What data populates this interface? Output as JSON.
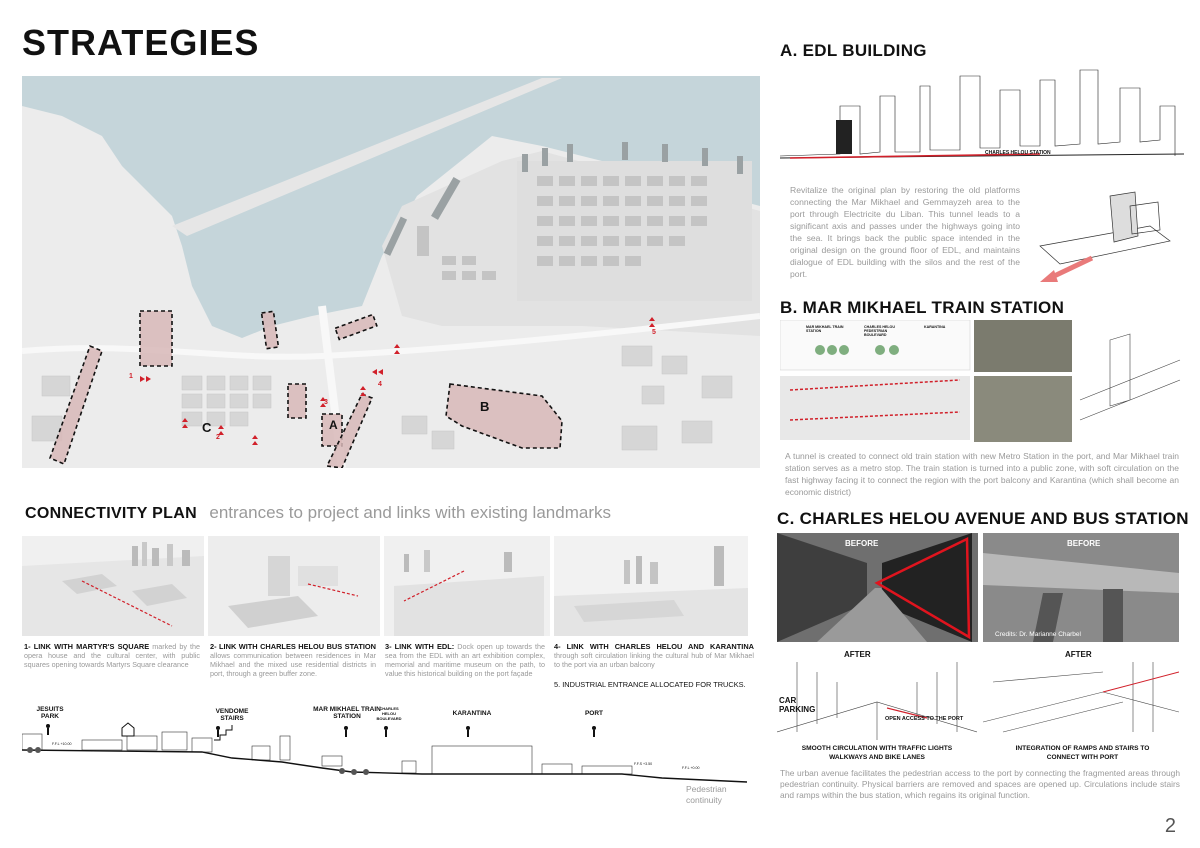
{
  "page": {
    "title": "STRATEGIES",
    "page_number": "2"
  },
  "map": {
    "zone_labels": [
      "A",
      "B",
      "C"
    ],
    "entrance_labels": [
      "1",
      "2",
      "3",
      "4",
      "5"
    ]
  },
  "connectivity": {
    "title": "CONNECTIVITY PLAN",
    "subtitle": "entrances to project and links with existing landmarks",
    "links": [
      {
        "bold": "1- LINK WITH MARTYR'S SQUARE",
        "text": " marked by the opera house and the cultural center, with public squares opening towards Martyrs Square clearance"
      },
      {
        "bold": "2- LINK WITH CHARLES HELOU BUS STATION",
        "text": " allows communication between residences in Mar Mikhael and the mixed use residential districts in port, through a green buffer zone."
      },
      {
        "bold": "3- LINK WITH EDL:",
        "text": " Dock open up towards the sea from the EDL with an art exhibition complex, memorial and maritime museum on the path, to value this historical building on the port façade"
      },
      {
        "bold": "4- LINK WITH CHARLES HELOU AND KARANTINA",
        "text": " through soft circulation linking the cultural hub of Mar Mikhael to the port via an urban balcony"
      }
    ],
    "industrial_note": "5. INDUSTRIAL ENTRANCE ALLOCATED FOR TRUCKS."
  },
  "section": {
    "labels": [
      "JESUITS PARK",
      "VENDOME STAIRS",
      "MAR MIKHAEL TRAIN STATION",
      "CHARLES HELOU BOULEVARD",
      "KARANTINA",
      "PORT"
    ],
    "footnote": "Pedestrian continuity",
    "level_left": "F.F.L +10.00",
    "level_mid": "F.F.S +3.50",
    "level_right": "F.F.L +0.00"
  },
  "edl": {
    "title": "A. EDL BUILDING",
    "sketch_label": "CHARLES HELOU STATION",
    "text": "Revitalize the original plan by restoring the old platforms connecting the Mar Mikhael and Gemmayzeh area to the port through Electricite du Liban. This tunnel leads to a significant axis and passes under the highways going into the sea. It brings back the public space intended in the original design on the ground floor of EDL, and maintains dialogue of EDL building with the silos and the rest of the port."
  },
  "train": {
    "title": "B. MAR MIKHAEL TRAIN STATION",
    "diagram_labels": [
      "MAR MIKHAEL TRAIN STATION",
      "CHARLES HELOU PEDESTRIAN BOULEVARD",
      "KARANTINA"
    ],
    "text": "A tunnel is created to connect old train station with new Metro Station in the port, and Mar Mikhael train station serves as a metro stop. The train station is turned into a public zone, with soft circulation on the fast highway facing it to connect the region with the port balcony and Karantina (which shall become an economic district)"
  },
  "charles": {
    "title": "C. CHARLES HELOU AVENUE AND BUS STATION",
    "before": "BEFORE",
    "after": "AFTER",
    "credit": "Credits: Dr. Marianne Charbel",
    "car_parking": "CAR PARKING",
    "open_access": "OPEN ACCESS TO THE PORT",
    "caption_left": "SMOOTH CIRCULATION WITH TRAFFIC LIGHTS WALKWAYS AND BIKE LANES",
    "caption_right": "INTEGRATION OF RAMPS AND STAIRS TO CONNECT WITH PORT",
    "text": "The urban avenue facilitates the pedestrian access to the port by connecting the fragmented areas through pedestrian continuity. Physical barriers are removed and spaces are opened up. Circulations include stairs and ramps within the bus station, which regains its original function."
  },
  "colors": {
    "sea": "#c5d5da",
    "land": "#ececec",
    "zone_fill": "#d8b8b8",
    "accent_red": "#d1202a"
  }
}
